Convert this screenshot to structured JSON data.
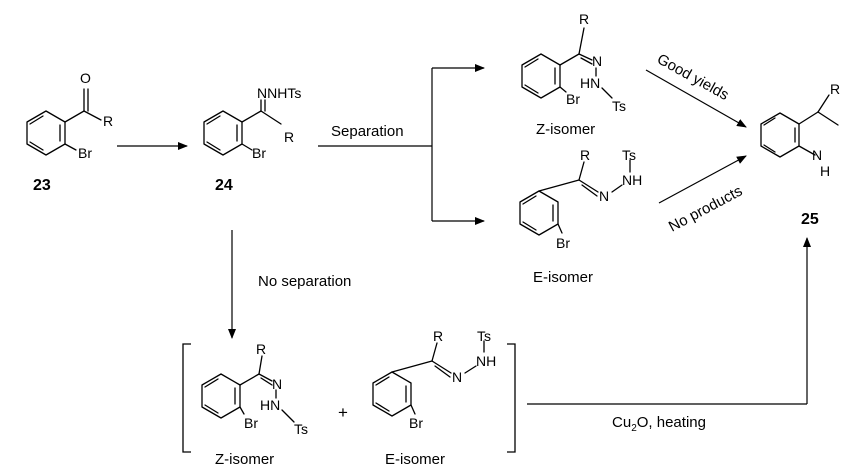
{
  "compounds": {
    "c23": {
      "number": "23",
      "atoms": {
        "O": "O",
        "R": "R",
        "Br": "Br"
      }
    },
    "c24": {
      "number": "24",
      "atoms": {
        "NNHTs": "NNHTs",
        "R": "R",
        "Br": "Br"
      }
    },
    "z_top": {
      "name": "Z-isomer",
      "atoms": {
        "R": "R",
        "N": "N",
        "HN": "HN",
        "Ts": "Ts",
        "Br": "Br"
      }
    },
    "e_top": {
      "name": "E-isomer",
      "atoms": {
        "R": "R",
        "Ts": "Ts",
        "N": "N",
        "NH": "NH",
        "Br": "Br"
      }
    },
    "c25": {
      "number": "25",
      "atoms": {
        "R": "R",
        "H": "H",
        "N": "N"
      }
    },
    "z_bottom": {
      "name": "Z-isomer",
      "atoms": {
        "R": "R",
        "N": "N",
        "HN": "HN",
        "Ts": "Ts",
        "Br": "Br"
      }
    },
    "e_bottom": {
      "name": "E-isomer",
      "atoms": {
        "R": "R",
        "Ts": "Ts",
        "N": "N",
        "NH": "NH",
        "Br": "Br"
      }
    }
  },
  "labels": {
    "separation": "Separation",
    "no_separation": "No separation",
    "good_yields": "Good yields",
    "no_products": "No products",
    "plus": "+",
    "cu2o_main": "Cu",
    "cu2o_sub": "2",
    "cu2o_rest": "O, heating"
  }
}
